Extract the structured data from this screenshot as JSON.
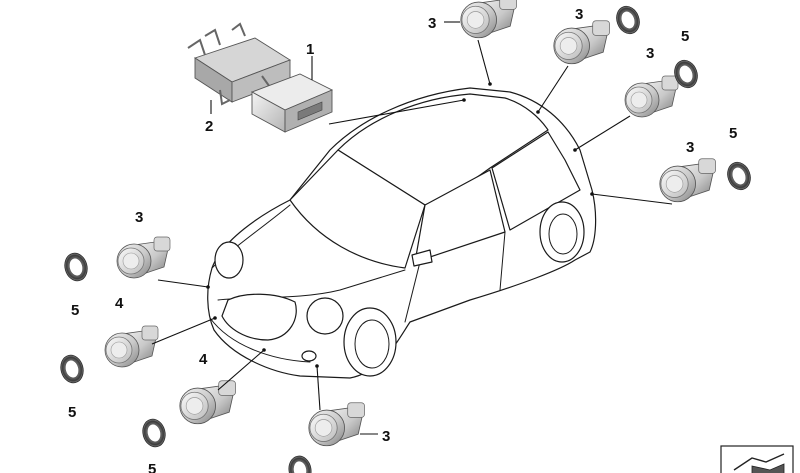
{
  "callouts": [
    {
      "id": "c1",
      "text": "1"
    },
    {
      "id": "c2",
      "text": "2"
    },
    {
      "id": "c3a",
      "text": "3"
    },
    {
      "id": "c3b",
      "text": "3"
    },
    {
      "id": "c3c",
      "text": "3"
    },
    {
      "id": "c3d",
      "text": "3"
    },
    {
      "id": "c3e",
      "text": "3"
    },
    {
      "id": "c3f",
      "text": "3"
    },
    {
      "id": "c4a",
      "text": "4"
    },
    {
      "id": "c4b",
      "text": "4"
    },
    {
      "id": "c5a",
      "text": "5"
    },
    {
      "id": "c5b",
      "text": "5"
    },
    {
      "id": "c5c",
      "text": "5"
    },
    {
      "id": "c5d",
      "text": "5"
    },
    {
      "id": "c5e",
      "text": "5"
    }
  ],
  "colors": {
    "line": "#111111",
    "part_light": "#e4e4e4",
    "part_mid": "#b9b9b9",
    "part_dark": "#7d7d7d",
    "ring_dark": "#3a3a3a"
  },
  "icons": [
    "control-unit-icon",
    "bracket-icon",
    "pdc-sensor-icon",
    "sensor-ring-icon",
    "car-outline-icon",
    "catalog-symbol-icon"
  ]
}
